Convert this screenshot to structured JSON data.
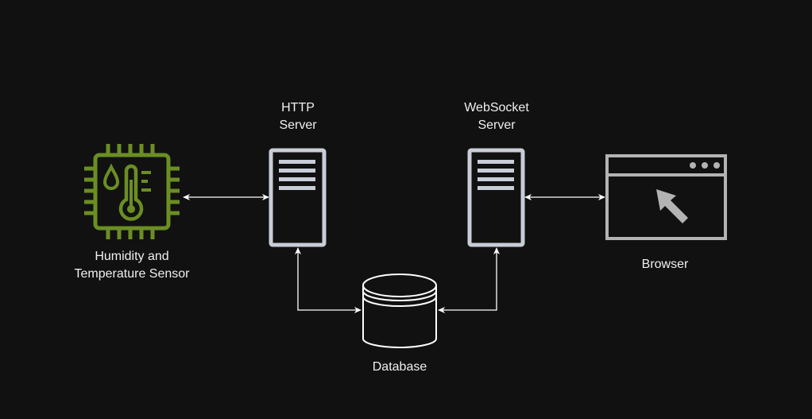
{
  "colors": {
    "background": "#111111",
    "sensor": "#6b8e23",
    "server": "#c8cdd8",
    "database": "#ffffff",
    "browser": "#b3b3b3",
    "connector": "#ffffff",
    "text": "#f0f0f0"
  },
  "nodes": {
    "sensor": {
      "icon": "temperature-sensor-chip-icon",
      "label_line1": "Humidity and",
      "label_line2": "Temperature Sensor"
    },
    "http_server": {
      "icon": "server-icon",
      "label_line1": "HTTP",
      "label_line2": "Server"
    },
    "websocket_server": {
      "icon": "server-icon",
      "label_line1": "WebSocket",
      "label_line2": "Server"
    },
    "database": {
      "icon": "database-icon",
      "label": "Database"
    },
    "browser": {
      "icon": "browser-window-icon",
      "label": "Browser"
    }
  },
  "connections": [
    {
      "from": "sensor",
      "to": "http_server",
      "direction": "bidirectional"
    },
    {
      "from": "http_server",
      "to": "database",
      "direction": "bidirectional"
    },
    {
      "from": "websocket_server",
      "to": "database",
      "direction": "bidirectional"
    },
    {
      "from": "websocket_server",
      "to": "browser",
      "direction": "bidirectional"
    }
  ]
}
